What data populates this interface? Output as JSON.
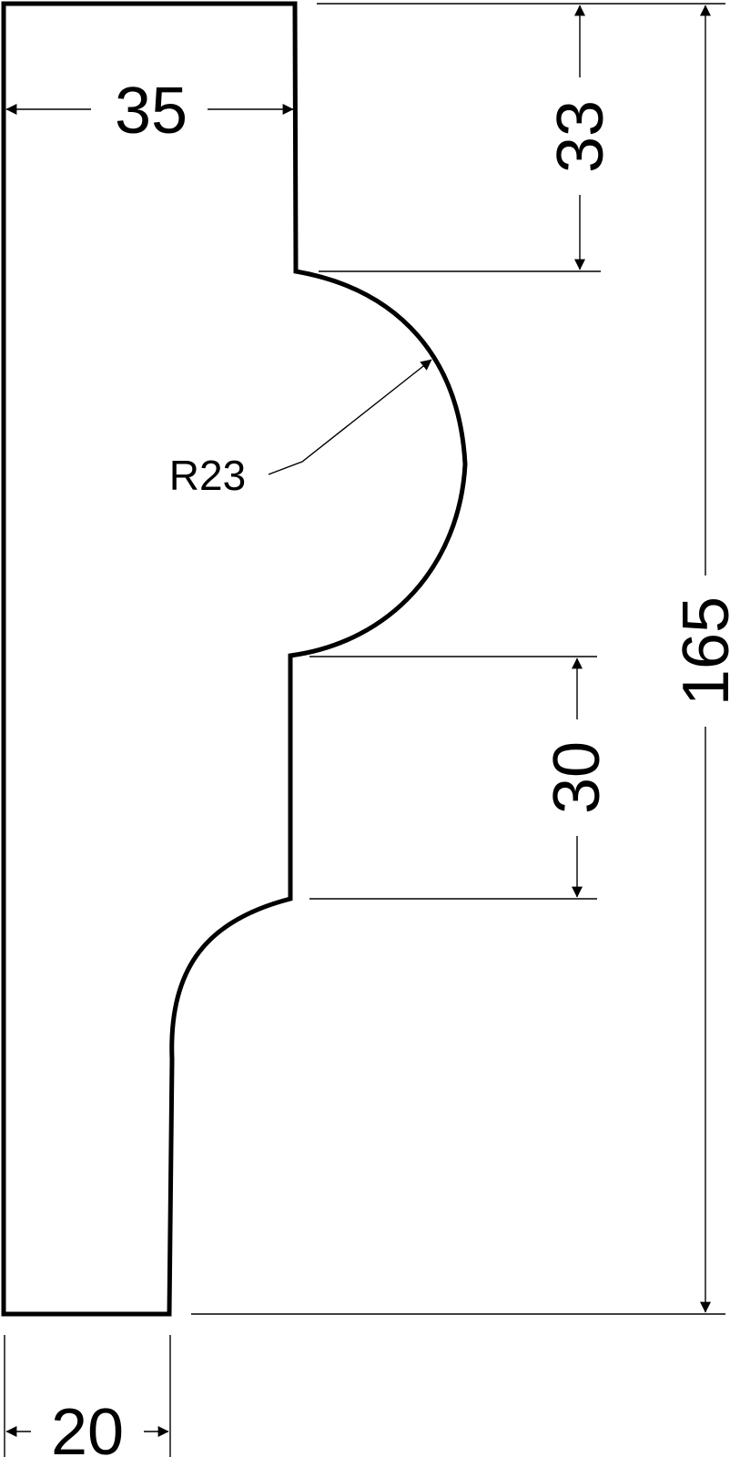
{
  "drawing": {
    "colors": {
      "line": "#000000",
      "background": "#ffffff"
    },
    "dimensions": {
      "width_top": "35",
      "width_bottom": "20",
      "top_offset": "33",
      "lower_step": "30",
      "total_height": "165",
      "radius": "R23"
    }
  }
}
